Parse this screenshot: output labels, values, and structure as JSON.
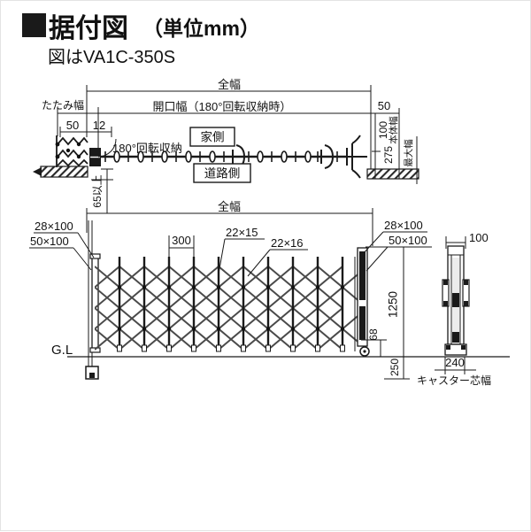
{
  "header": {
    "title": "据付図",
    "unit": "（単位mm）",
    "subtitle": "図はVA1C-350S"
  },
  "plan": {
    "total_width": "全幅",
    "opening_width": "開口幅（180°回転収納時）",
    "fold_width": "たたみ幅",
    "d50a": "50",
    "d12": "12",
    "rotation": "180°回転収納",
    "house": "家側",
    "road": "道路側",
    "d65": "65以上",
    "d50b": "50",
    "d100": "100",
    "body_w": "本体幅",
    "d275": "275",
    "max_w": "最大幅"
  },
  "elev": {
    "total_width": "全幅",
    "left_frame": "28×100",
    "left_post": "50×100",
    "pitch": "300",
    "slat1": "22×15",
    "slat2": "22×16",
    "right_frame": "28×100",
    "right_post": "50×100",
    "height": "1250",
    "d68": "68",
    "d250": "250",
    "gl": "G.L"
  },
  "side": {
    "d100": "100",
    "d240": "240",
    "caster": "キャスター芯幅"
  }
}
